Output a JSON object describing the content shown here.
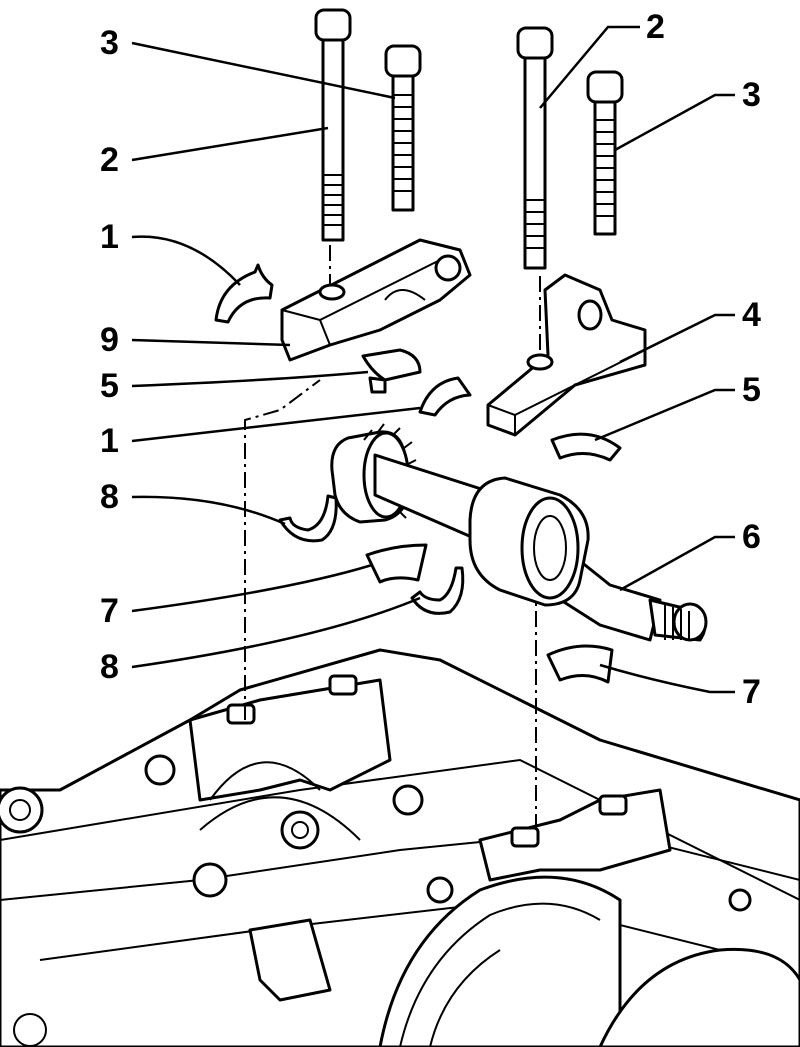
{
  "callouts": [
    {
      "id": "c-3-left",
      "text": "3"
    },
    {
      "id": "c-2-left",
      "text": "2"
    },
    {
      "id": "c-1-top",
      "text": "1"
    },
    {
      "id": "c-9",
      "text": "9"
    },
    {
      "id": "c-5-left",
      "text": "5"
    },
    {
      "id": "c-1-mid",
      "text": "1"
    },
    {
      "id": "c-8-top",
      "text": "8"
    },
    {
      "id": "c-7-left",
      "text": "7"
    },
    {
      "id": "c-8-bottom",
      "text": "8"
    },
    {
      "id": "c-2-right",
      "text": "2"
    },
    {
      "id": "c-3-right",
      "text": "3"
    },
    {
      "id": "c-4",
      "text": "4"
    },
    {
      "id": "c-5-right",
      "text": "5"
    },
    {
      "id": "c-6",
      "text": "6"
    },
    {
      "id": "c-7-right",
      "text": "7"
    }
  ]
}
